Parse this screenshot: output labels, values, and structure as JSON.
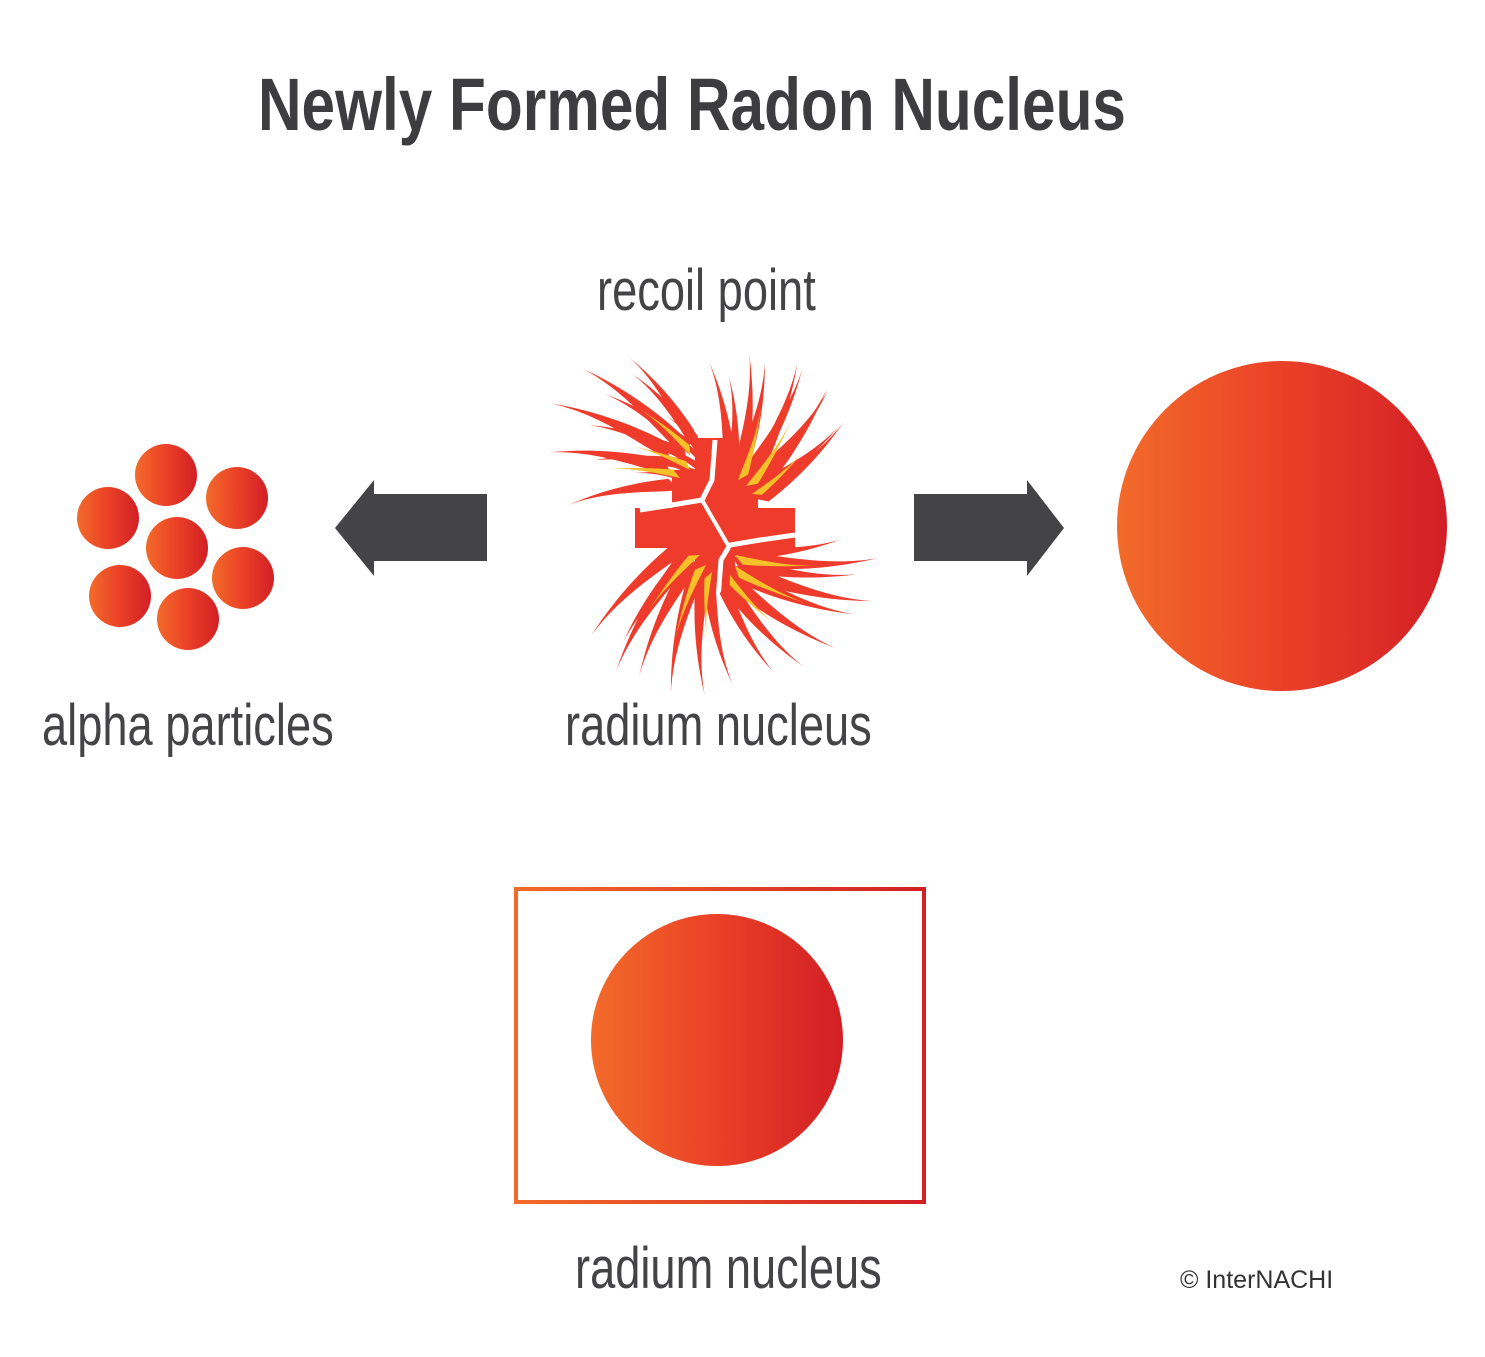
{
  "title": "Newly Formed Radon Nucleus",
  "labels": {
    "recoil_point": "recoil point",
    "alpha_particles": "alpha particles",
    "radium_nucleus_top": "radium nucleus",
    "radium_nucleus_bottom": "radium nucleus"
  },
  "copyright": "© InterNACHI",
  "colors": {
    "text": "#444446",
    "arrow": "#444446",
    "gradient_start": "#f26b2a",
    "gradient_end": "#d21f26",
    "flame_red": "#ee3b2b",
    "flame_yellow": "#f6c029"
  },
  "icons": {
    "alpha_particles": "cluster-of-seven-spheres",
    "recoil_point": "exploding-nucleus-with-flames",
    "radon_nucleus": "large-sphere",
    "radium_nucleus": "sphere-in-frame",
    "arrows": "block-arrow"
  }
}
